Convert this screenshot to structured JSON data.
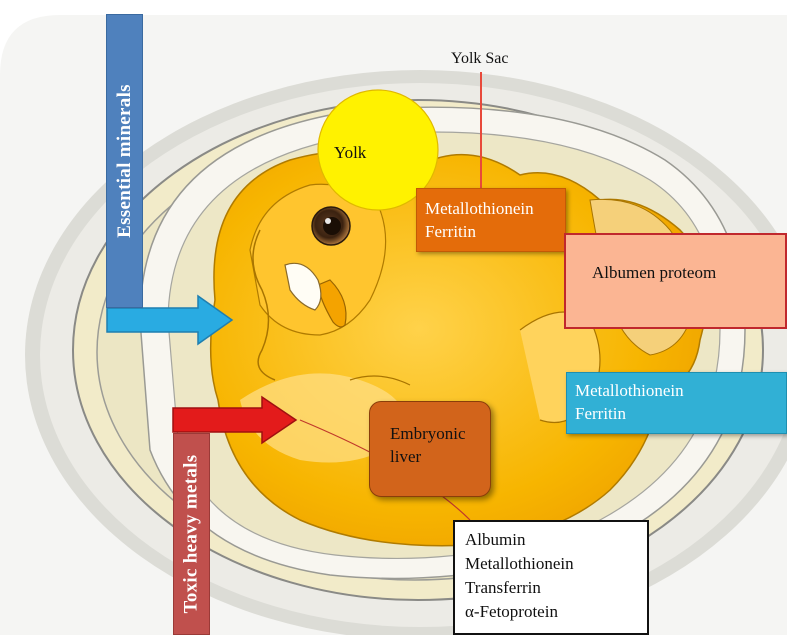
{
  "labels": {
    "yolk_sac": "Yolk Sac",
    "yolk": "Yolk",
    "essential_minerals": "Essential minerals",
    "toxic_heavy_metals": "Toxic heavy metals"
  },
  "boxes": {
    "yolk_sac_proteins": [
      "Metallothionein",
      "Ferritin"
    ],
    "albumen": "Albumen proteom",
    "albumen_proteins": [
      "Metallothionein",
      "Ferritin"
    ],
    "liver": [
      "Embryonic",
      "liver"
    ],
    "liver_proteins": [
      "Albumin",
      "Metallothionein",
      "Transferrin",
      "α-Fetoprotein"
    ]
  },
  "colors": {
    "essential_bar": "#4f81bd",
    "essential_arrow": "#29abe2",
    "toxic_bar": "#c0504d",
    "toxic_arrow": "#e31b1b",
    "yolk_sac_box": "#e46c0a",
    "albumen_box": "#fbb593",
    "albumen_proteins_box": "#31b0d5",
    "liver_box": "#d2641b",
    "embryo": "#f7b500",
    "yolk": "#fff200"
  }
}
